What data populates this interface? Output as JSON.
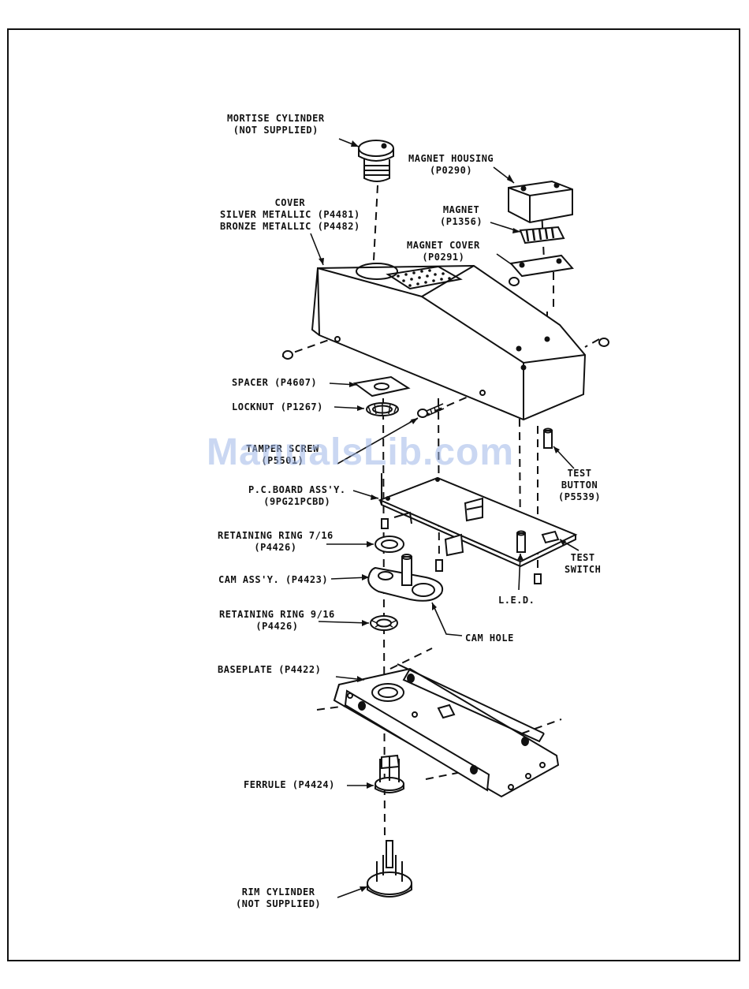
{
  "labels": {
    "mortise_cylinder": [
      "MORTISE CYLINDER",
      "(NOT SUPPLIED)"
    ],
    "magnet_housing": [
      "MAGNET HOUSING",
      "(P0290)"
    ],
    "cover": [
      "COVER",
      "SILVER METALLIC (P4481)",
      "BRONZE METALLIC (P4482)"
    ],
    "magnet": [
      "MAGNET",
      "(P1356)"
    ],
    "magnet_cover": [
      "MAGNET COVER",
      "(P0291)"
    ],
    "spacer": "SPACER (P4607)",
    "locknut": "LOCKNUT (P1267)",
    "tamper_screw": [
      "TAMPER SCREW",
      "(P5501)"
    ],
    "test_button": [
      "TEST",
      "BUTTON",
      "(P5539)"
    ],
    "pc_board": [
      "P.C.BOARD ASS'Y.",
      "(9PG21PCBD)"
    ],
    "retaining_ring_716": [
      "RETAINING RING 7/16",
      "(P4426)"
    ],
    "test_switch": [
      "TEST",
      "SWITCH"
    ],
    "cam_assy": "CAM ASS'Y. (P4423)",
    "led": "L.E.D.",
    "retaining_ring_916": [
      "RETAINING RING 9/16",
      "(P4426)"
    ],
    "cam_hole": "CAM HOLE",
    "baseplate": "BASEPLATE (P4422)",
    "ferrule": "FERRULE (P4424)",
    "rim_cylinder": [
      "RIM CYLINDER",
      "(NOT SUPPLIED)"
    ]
  },
  "watermark": "ManualsLib.com",
  "colors": {
    "ink": "#111111",
    "paper": "#ffffff",
    "watermark": "#9fb8e8"
  }
}
